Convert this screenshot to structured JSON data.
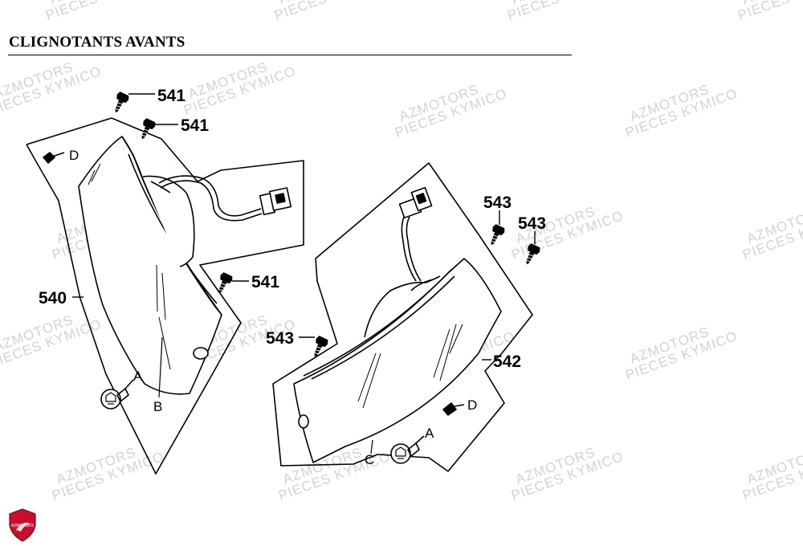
{
  "title": "CLIGNOTANTS AVANTS",
  "watermark": {
    "line1": "AZMOTORS",
    "line2": "PIECES KYMICO"
  },
  "logo_text": "AZMOTORS",
  "callouts": {
    "c541a": "541",
    "c541b": "541",
    "c541c": "541",
    "c540": "540",
    "c542": "542",
    "c543a": "543",
    "c543b": "543",
    "c543c": "543"
  },
  "letters": {
    "d_left": "D",
    "a_left": "A",
    "b_left": "B",
    "d_right": "D",
    "a_right": "A",
    "c_right": "C"
  },
  "colors": {
    "line": "#000000",
    "watermark": "#d2d2d2",
    "logo_red": "#c8102e"
  }
}
